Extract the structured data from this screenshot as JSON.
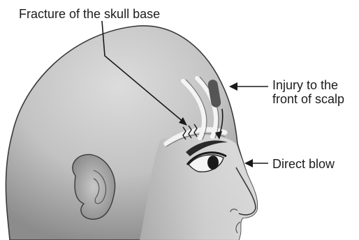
{
  "labels": {
    "skull_base_fracture": "Fracture of the skull base",
    "scalp_injury_line1": "Injury to the",
    "scalp_injury_line2": "front of scalp",
    "direct_blow": "Direct blow"
  },
  "colors": {
    "head_light": "#d6d6d6",
    "head_mid": "#b4b4b4",
    "head_dark": "#6e6e6e",
    "outline": "#3a3a3a",
    "text": "#1c1c1c"
  }
}
